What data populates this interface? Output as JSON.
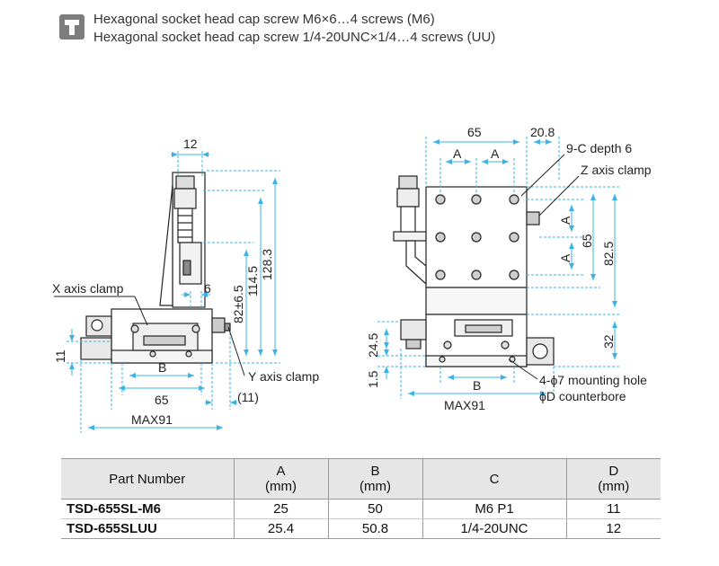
{
  "note": {
    "icon": "screw-head-icon",
    "lines": [
      "Hexagonal socket head cap screw M6×6…4 screws (M6)",
      "Hexagonal socket head cap screw 1/4-20UNC×1/4…4 screws (UU)"
    ]
  },
  "side_view": {
    "dims": {
      "d12": "12",
      "d6": "6",
      "d82": "82±6.5",
      "d114": "114.5",
      "d128": "128.3",
      "d11": "11",
      "dB": "B",
      "d65": "65",
      "d11p": "(11)",
      "dmax": "MAX91"
    },
    "labels": {
      "x_clamp": "X axis clamp",
      "y_clamp": "Y axis clamp"
    }
  },
  "front_view": {
    "dims": {
      "d65": "65",
      "d208": "20.8",
      "dA1": "A",
      "dA2": "A",
      "dA3": "A",
      "dA4": "A",
      "d65v": "65",
      "d825": "82.5",
      "d32": "32",
      "d245": "24.5",
      "d15": "1.5",
      "dB": "B",
      "dmax": "MAX91"
    },
    "labels": {
      "depth": "9-C depth 6",
      "z_clamp": "Z axis clamp",
      "mount1": "4-ϕ7 mounting hole",
      "mount2": "ϕD counterbore"
    }
  },
  "table": {
    "headers": {
      "part": "Part Number",
      "a": "A",
      "a_unit": "(mm)",
      "b": "B",
      "b_unit": "(mm)",
      "c": "C",
      "d": "D",
      "d_unit": "(mm)"
    },
    "rows": [
      {
        "part": "TSD-655SL-M6",
        "a": "25",
        "b": "50",
        "c": "M6 P1",
        "d": "11"
      },
      {
        "part": "TSD-655SLUU",
        "a": "25.4",
        "b": "50.8",
        "c": "1/4-20UNC",
        "d": "12"
      }
    ]
  },
  "colors": {
    "dimension": "#3ab4e6",
    "line": "#222222",
    "header_bg": "#e6e6e6"
  }
}
